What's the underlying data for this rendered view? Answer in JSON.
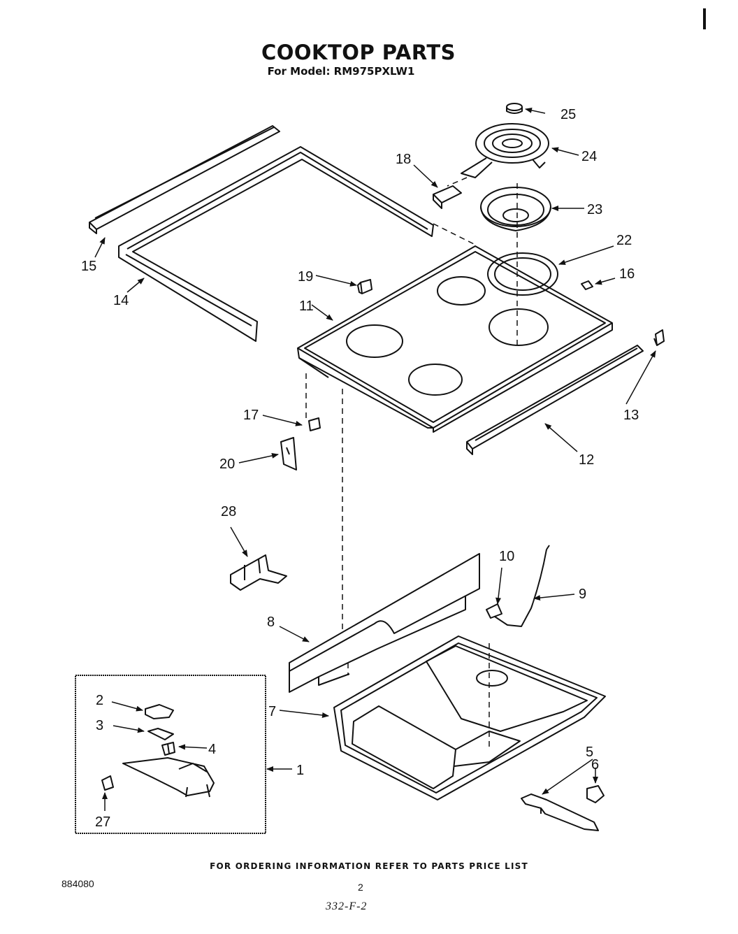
{
  "header": {
    "title": "COOKTOP PARTS",
    "subtitle": "For Model: RM975PXLW1"
  },
  "footer": {
    "ordering_note": "FOR ORDERING INFORMATION REFER TO PARTS PRICE LIST",
    "doc_number": "884080",
    "page_number": "2",
    "handwritten_code": "332-F-2"
  },
  "callouts": {
    "c1": "1",
    "c2": "2",
    "c3": "3",
    "c4": "4",
    "c5": "5",
    "c6": "6",
    "c7": "7",
    "c8": "8",
    "c9": "9",
    "c10": "10",
    "c11": "11",
    "c12": "12",
    "c13": "13",
    "c14": "14",
    "c15": "15",
    "c16": "16",
    "c17": "17",
    "c18": "18",
    "c19": "19",
    "c20": "20",
    "c22": "22",
    "c23": "23",
    "c24": "24",
    "c25": "25",
    "c27": "27",
    "c28": "28"
  }
}
